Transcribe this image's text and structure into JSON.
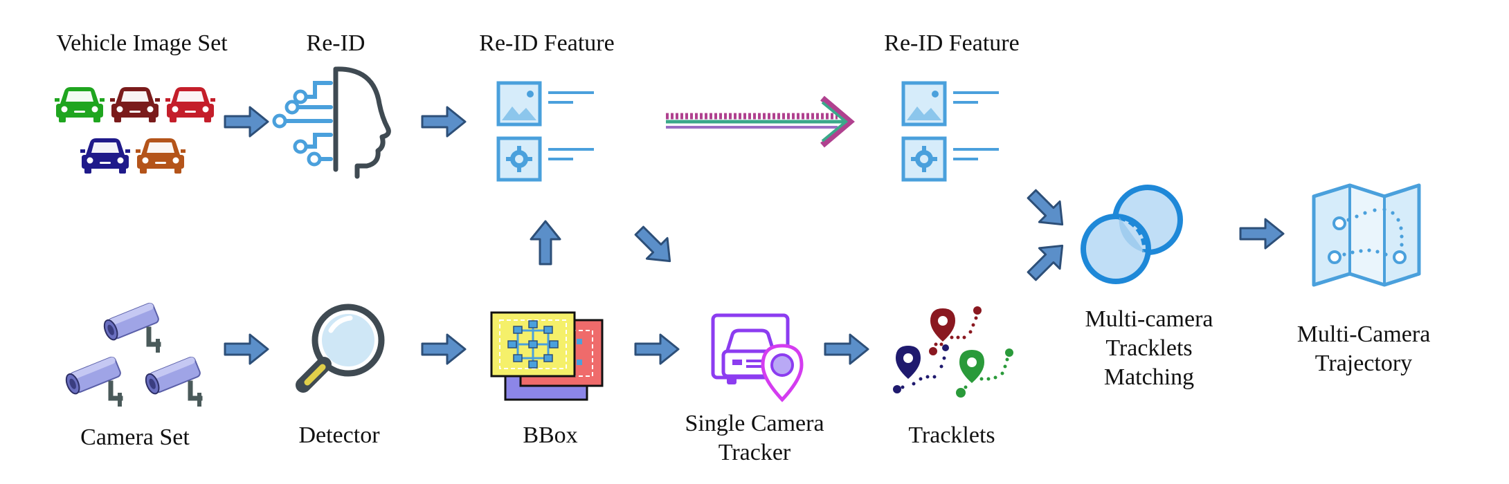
{
  "labels": {
    "vehicle_image_set": "Vehicle Image Set",
    "reid": "Re-ID",
    "reid_feature_1": "Re-ID Feature",
    "reid_feature_2": "Re-ID Feature",
    "camera_set": "Camera Set",
    "detector": "Detector",
    "bbox": "BBox",
    "single_camera_tracker_line1": "Single Camera",
    "single_camera_tracker_line2": "Tracker",
    "tracklets": "Tracklets",
    "mctm_line1": "Multi-camera",
    "mctm_line2": "Tracklets",
    "mctm_line3": "Matching",
    "mct_line1": "Multi-Camera",
    "mct_line2": "Trajectory"
  },
  "colors": {
    "arrow_fill": "#5b8fc9",
    "arrow_stroke": "#2d4f78",
    "icon_blue": "#4aa0dc",
    "icon_light_blue": "#d6ecfa",
    "car_green": "#1fa51f",
    "car_maroon": "#7a1b1b",
    "car_red": "#c41e2a",
    "car_navy": "#1f1a8a",
    "car_orange": "#b4541a",
    "bbox_yellow": "#f5f06a",
    "bbox_red": "#ef6b6b",
    "bbox_purple": "#8c86e8",
    "tracker_purple": "#8c3cf0",
    "tracker_magenta": "#d43cf0",
    "long_arrow_green": "#3aa88a",
    "long_arrow_magenta": "#b0418f"
  },
  "icons": {
    "cars": [
      "car-green-icon",
      "car-maroon-icon",
      "car-red-icon",
      "car-navy-icon",
      "car-orange-icon"
    ],
    "reid": "ai-head-icon",
    "feature": "feature-cards-icon",
    "camera": "cctv-camera-icon",
    "detector": "magnifier-icon",
    "bbox": "bbox-stack-icon",
    "tracker": "car-tracker-icon",
    "tracklets": "map-pins-icon",
    "matching": "overlap-circles-icon",
    "trajectory": "folded-map-icon"
  }
}
